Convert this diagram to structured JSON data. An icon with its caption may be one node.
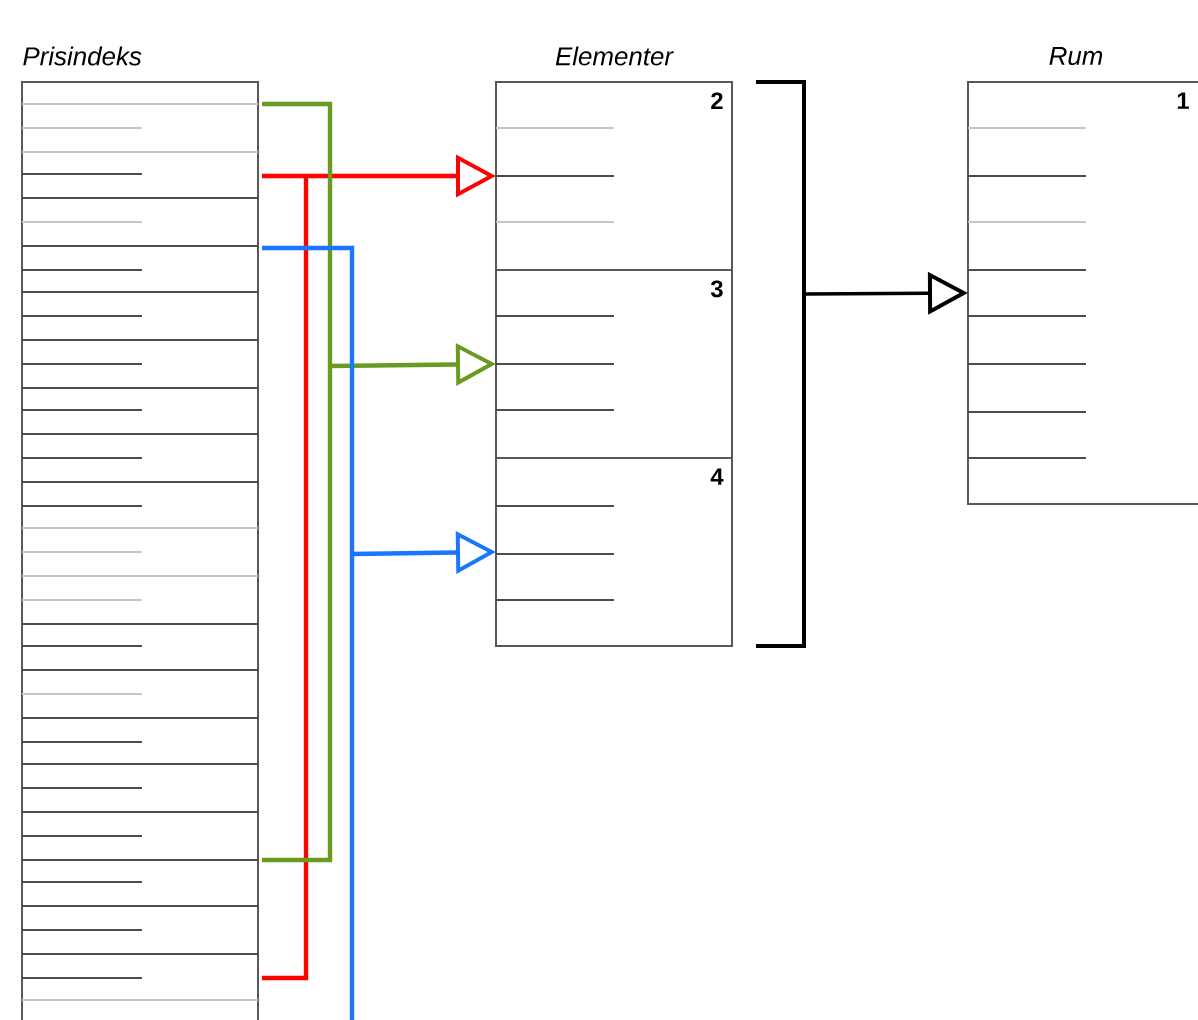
{
  "diagram": {
    "nodes": [
      {
        "text": [
          "Prisindeks"
        ]
      },
      {
        "text": [
          "Elementer"
        ]
      },
      {
        "text": [
          "2"
        ],
        "in": 1
      },
      {
        "text": [
          "3"
        ],
        "in": 1
      },
      {
        "text": [
          "4"
        ],
        "in": 1
      },
      {
        "text": [
          "Rum",
          "1"
        ]
      }
    ],
    "edges": [
      {
        "from": 0,
        "to": 2,
        "arrow": "to",
        "color": "#ff0000"
      },
      {
        "from": 0,
        "to": 3,
        "arrow": "to",
        "color": "#6a9a1f"
      },
      {
        "from": 0,
        "to": 4,
        "arrow": "to",
        "color": "#1a75ff"
      },
      {
        "from": 1,
        "to": 5,
        "arrow": "to",
        "color": "#000000"
      }
    ]
  }
}
